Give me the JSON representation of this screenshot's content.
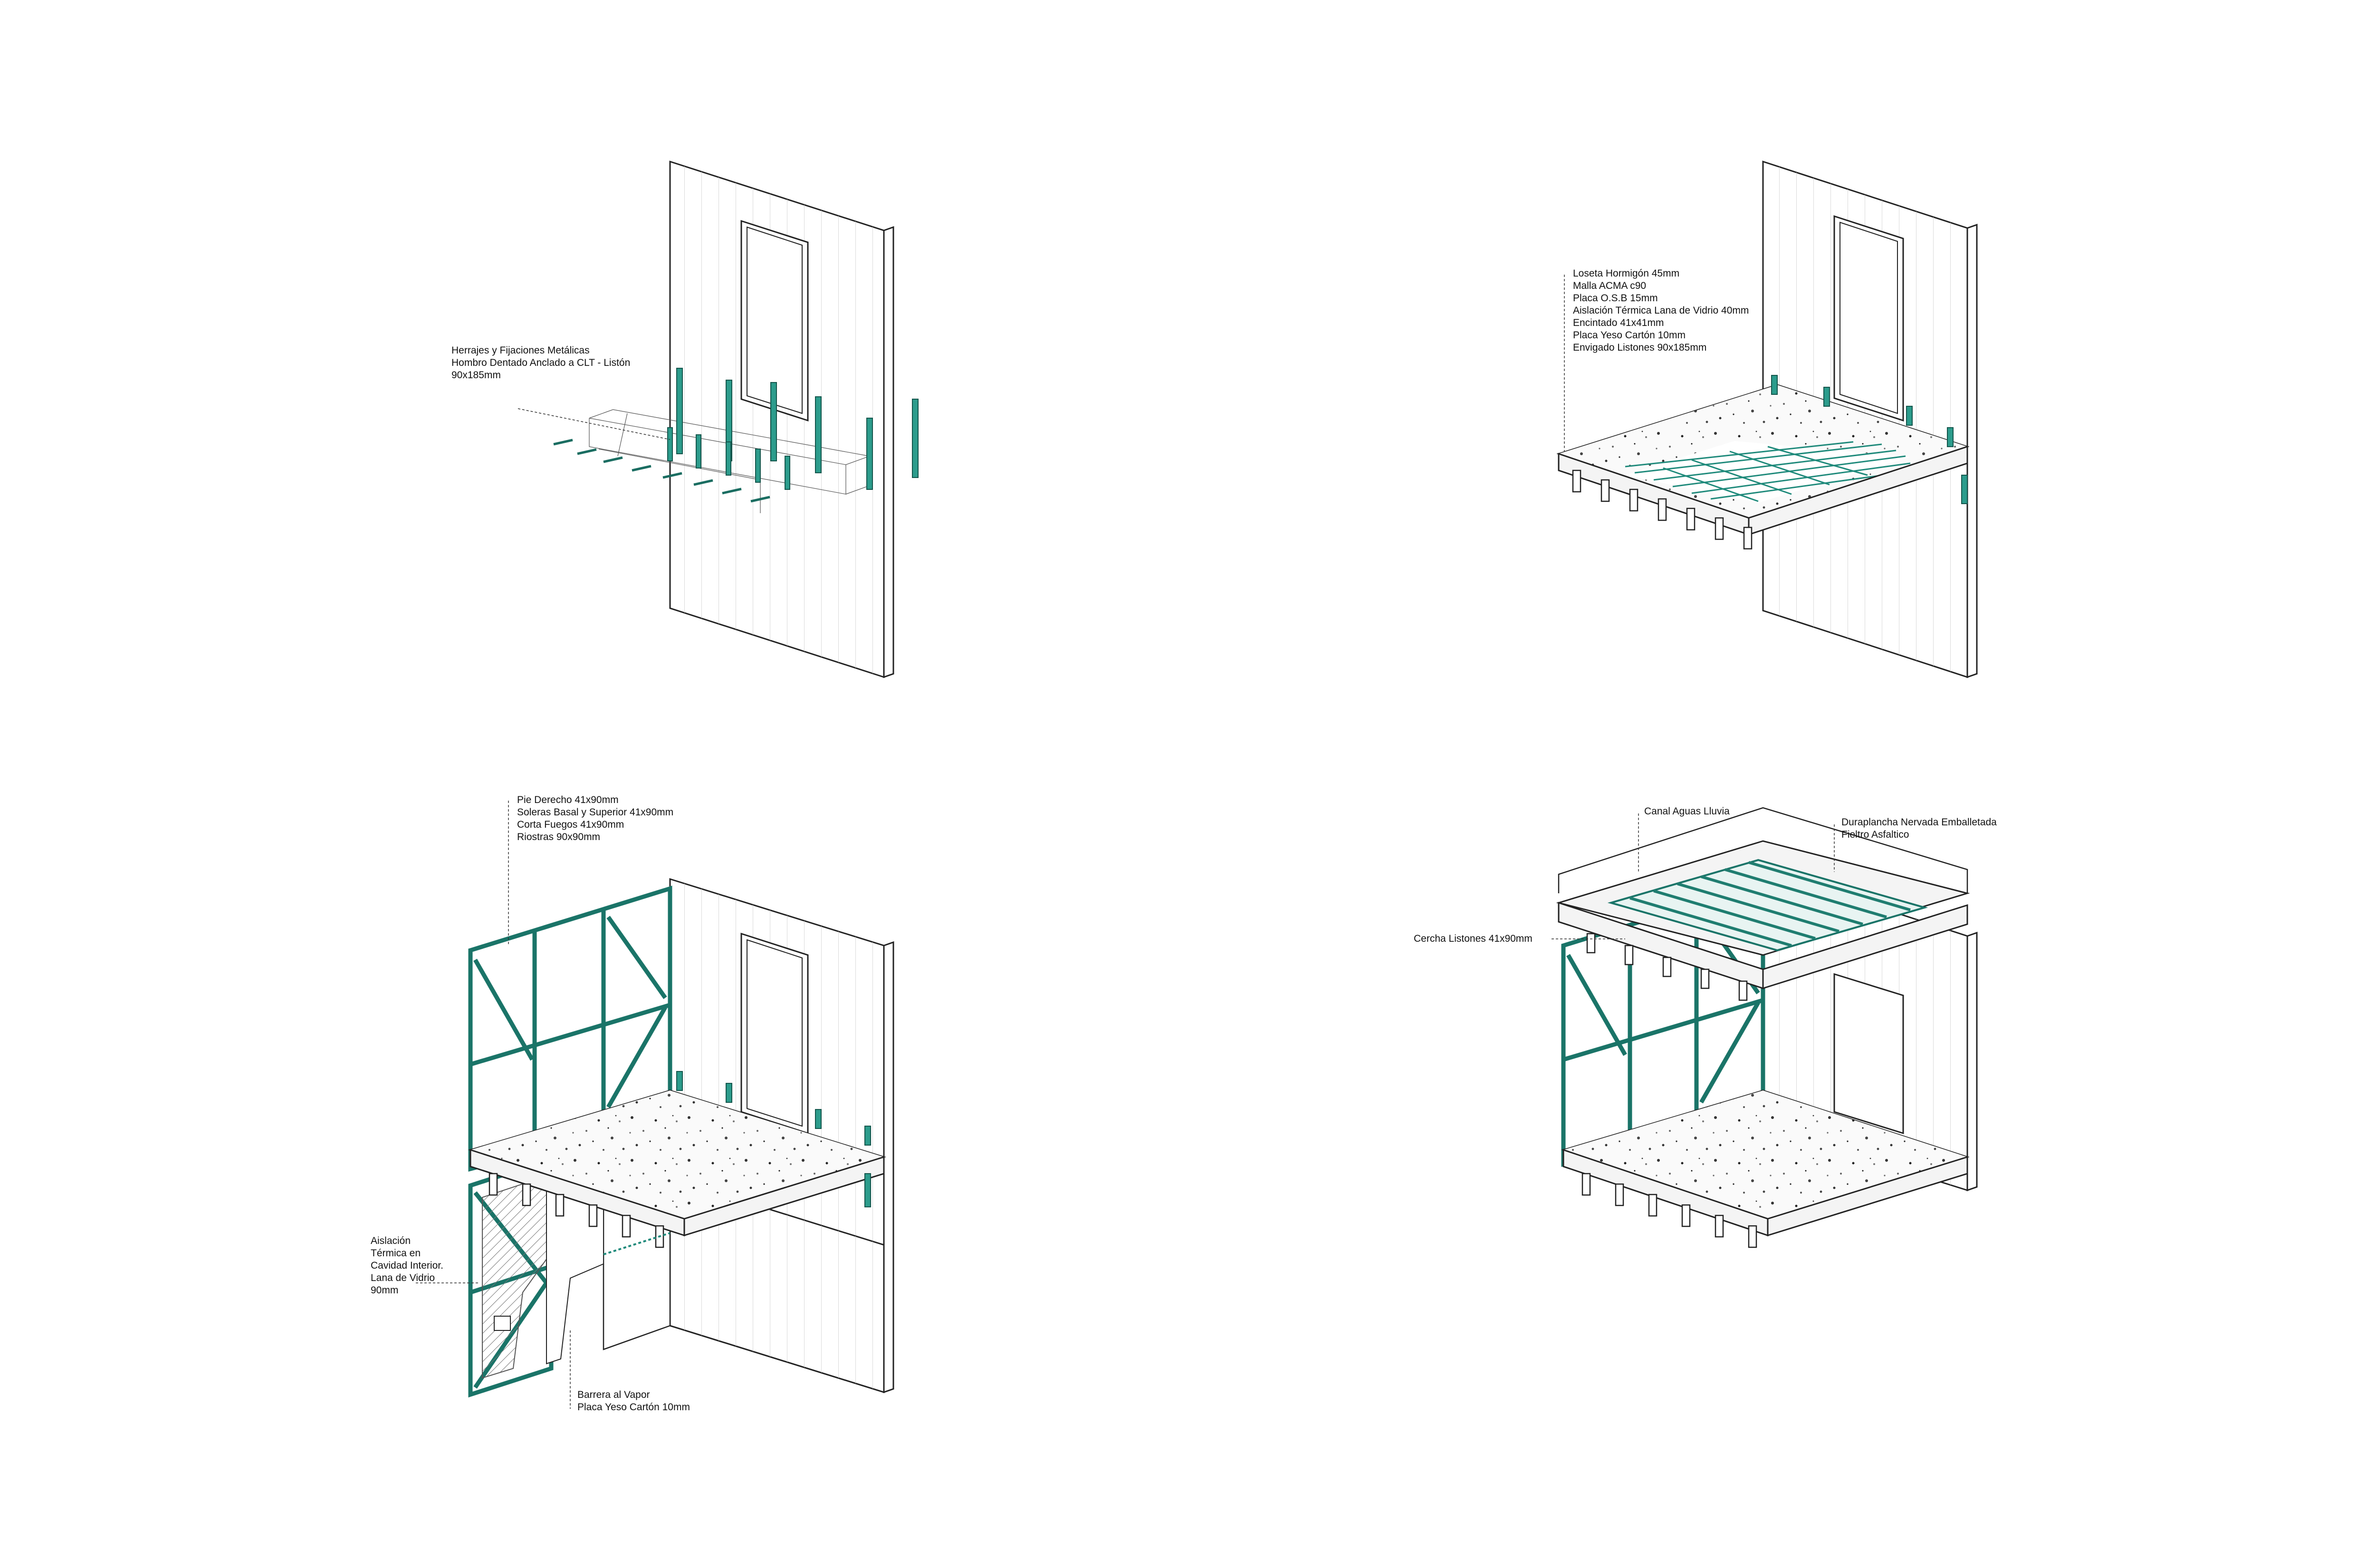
{
  "colors": {
    "accent": "#2c9c8c",
    "lines": "#222222",
    "background": "#ffffff"
  },
  "panels": {
    "top_left": {
      "labels": [
        "Herrajes y Fijaciones Metálicas",
        "Hombro Dentado Anclado a CLT - Listón",
        "90x185mm"
      ]
    },
    "top_right": {
      "labels": [
        "Loseta Hormigón 45mm",
        "Malla ACMA c90",
        "Placa O.S.B 15mm",
        "Aislación Térmica Lana de Vidrio 40mm",
        "Encintado 41x41mm",
        "Placa Yeso Cartón 10mm",
        "Envigado Listones 90x185mm"
      ]
    },
    "bottom_left": {
      "labels_top": [
        "Pie Derecho 41x90mm",
        "Soleras Basal y Superior 41x90mm",
        "Corta Fuegos 41x90mm",
        "Riostras 90x90mm"
      ],
      "labels_left": [
        "Aislación",
        "Térmica en",
        "Cavidad Interior.",
        "Lana de Vidrio",
        "90mm"
      ],
      "labels_bottom": [
        "Barrera al Vapor",
        "Placa Yeso Cartón 10mm"
      ]
    },
    "bottom_right": {
      "label_gutter": "Canal Aguas Lluvia",
      "labels_roof": [
        "Duraplancha Nervada Emballetada",
        "Fieltro Asfaltico"
      ],
      "label_truss": "Cercha Listones 41x90mm"
    }
  }
}
